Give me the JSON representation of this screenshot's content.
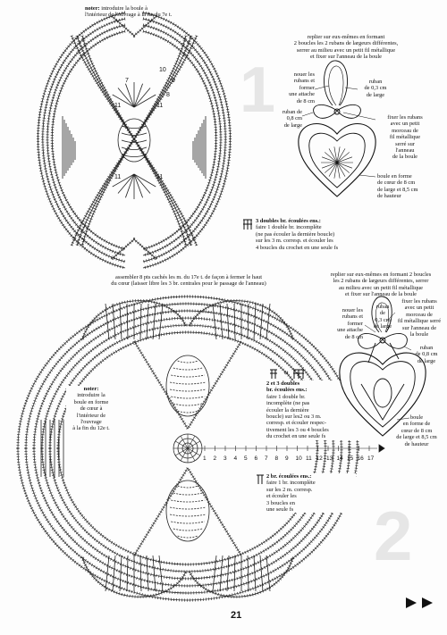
{
  "page_number": "21",
  "section_numbers": [
    "1",
    "2"
  ],
  "diagram1": {
    "note": {
      "title": "noter:",
      "line1": "introduire la boule à",
      "line2": "l'intérieur de l'ouvrage à la fin du 7e t."
    },
    "row_numbers": [
      "10",
      "9",
      "8",
      "7",
      "11",
      "11",
      "11",
      "11"
    ],
    "symbol_legend": {
      "title": "3 doubles br. écoulées ens.:",
      "lines": [
        "faire 1 double br. incomplète",
        "(ne pas écouler la dernière boucle)",
        "sur les 3 m. corresp. et écouler les",
        "4 boucles du crochet en une seule fs"
      ]
    }
  },
  "ornament1": {
    "top_text": [
      "replier sur eux-mêmes en formant",
      "2 boucles les 2 rubans de largeurs différentes,",
      "serrer au milieu avec un petit fil métallique",
      "et fixer sur l'anneau de la boule"
    ],
    "left_label": [
      "nouer les",
      "rubans et",
      "former",
      "une attache",
      "de 8 cm"
    ],
    "ribbon_small": [
      "ruban",
      "de 0,3 cm",
      "de large"
    ],
    "ribbon_large": [
      "ruban de",
      "0,8 cm",
      "de large"
    ],
    "fix_text": [
      "fixer les rubans",
      "avec un petit",
      "morceau de",
      "fil métallique",
      "serré sur",
      "l'anneau",
      "de la boule"
    ],
    "bottom_text": [
      "boule en forme",
      "de cœur de 8 cm",
      "de large et 8,5 cm",
      "de hauteur"
    ]
  },
  "diagram2": {
    "top_note": [
      "assembler 8 pts cachés les m. du 17e t. de façon à fermer le haut",
      "du cœur (laisser libre les 3 br. centrales pour le passage de l'anneau)"
    ],
    "left_note": {
      "title": "noter:",
      "lines": [
        "introduire la",
        "boule en forme",
        "de cœur à",
        "l'intérieur de",
        "l'ouvrage",
        "à la fin du 12e t."
      ]
    },
    "et_label": "et",
    "legend_two_three": {
      "title": [
        "2 et 3 doubles",
        "br. écoulées ens.:"
      ],
      "lines": [
        "faire 1 double br.",
        "incomplète (ne pas",
        "écouler la dernière",
        "boucle) sur les2 ou 3 m.",
        "corresp. et écouler respec-",
        "tivement les 3 ou 4 boucles",
        "du crochet en une seule fs"
      ]
    },
    "legend_two": {
      "title": "2 br. écoulées ens.:",
      "lines": [
        "faire 1 br. incomplète",
        "sur les 2 m. corresp.",
        "et écouler les",
        "3 boucles en",
        "une seule fs"
      ]
    },
    "row_numbers": [
      "1",
      "2",
      "3",
      "4",
      "5",
      "6",
      "7",
      "8",
      "9",
      "10",
      "11",
      "12",
      "13",
      "14",
      "15",
      "16",
      "17"
    ]
  },
  "ornament2": {
    "top_text": [
      "replier sur eux-mêmes en formant 2 boucles",
      "les 2 rubans de largeurs différentes, serrer",
      "au milieu avec un petit fil métallique",
      "et fixer sur l'anneau de la boule"
    ],
    "left_label": [
      "nouer les",
      "rubans et",
      "former",
      "une attache",
      "de 8 cm"
    ],
    "ribbon_small": [
      "ruban",
      "de",
      "0,3 cm",
      "de large"
    ],
    "fix_text": [
      "fixer les rubans",
      "avec un petit",
      "morceau de",
      "fil métallique serré",
      "sur l'anneau de",
      "la boule"
    ],
    "ribbon_large": [
      "ruban",
      "de 0,8 cm",
      "de large"
    ],
    "bottom_text": [
      "boule",
      "en forme de",
      "cœur de 8 cm",
      "de large et 8,5 cm",
      "de hauteur"
    ]
  }
}
